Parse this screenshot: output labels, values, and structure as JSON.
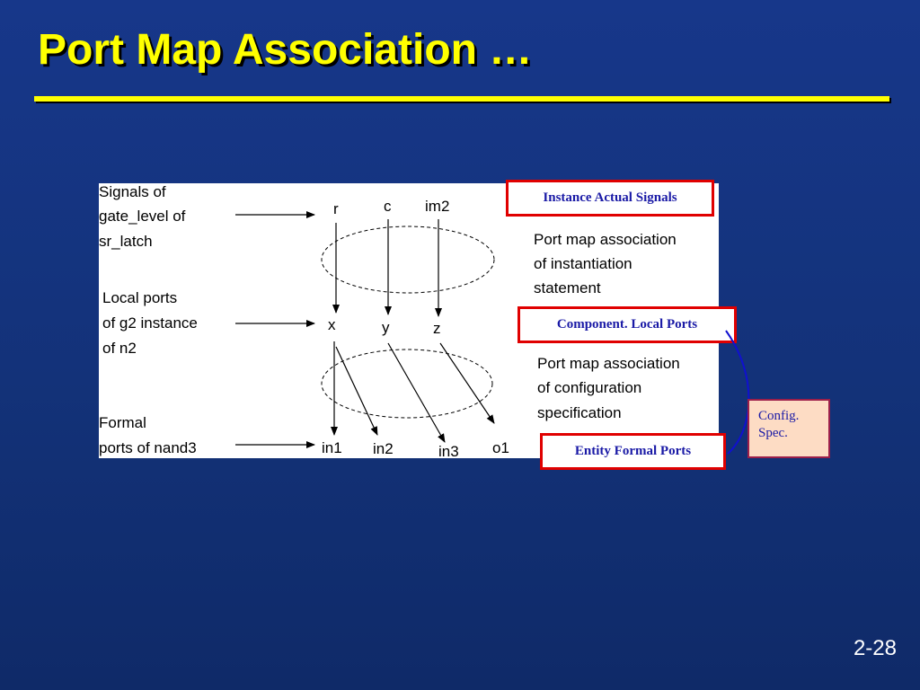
{
  "slide": {
    "title": "Port Map Association …",
    "page_number": "2-28"
  },
  "diagram": {
    "left_labels": {
      "signals": [
        "Signals of",
        "gate_level of",
        "sr_latch"
      ],
      "local_ports": [
        "Local ports",
        "of g2 instance",
        "of n2"
      ],
      "formal_ports": [
        "Formal",
        "ports of nand3"
      ]
    },
    "signal_names": [
      "r",
      "c",
      "im2"
    ],
    "local_port_names": [
      "x",
      "y",
      "z"
    ],
    "formal_port_names": [
      "in1",
      "in2",
      "in3",
      "o1"
    ],
    "assoc_instantiation": [
      "Port map association",
      "of instantiation",
      "statement"
    ],
    "assoc_configuration": [
      "Port map association",
      "of configuration",
      "specification"
    ]
  },
  "callouts": {
    "instance_actual": "Instance Actual Signals",
    "component_local": "Component. Local Ports",
    "entity_formal": "Entity Formal Ports",
    "config_spec": [
      "Config.",
      "Spec."
    ]
  },
  "colors": {
    "background": "#17378a",
    "title": "#ffff00",
    "callout_border": "#e00000",
    "callout_text": "#1a1aa6",
    "config_fill": "#fddcc4",
    "brace": "#1010d0"
  }
}
